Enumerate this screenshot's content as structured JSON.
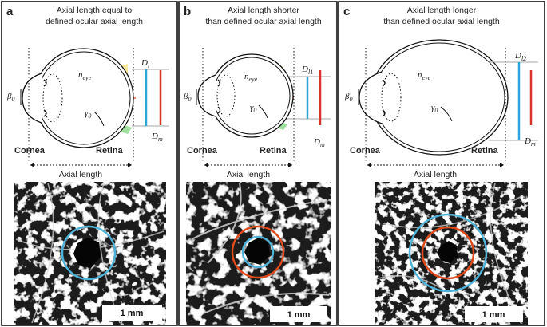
{
  "panels": [
    {
      "letter": "a",
      "title_line1": "Axial length equal to",
      "title_line2": "defined ocular axial length",
      "d_top_main": "D",
      "d_top_sub": "l",
      "d_bottom_main": "D",
      "d_bottom_sub": "m",
      "scale_bar": "1 mm"
    },
    {
      "letter": "b",
      "title_line1": "Axial length shorter",
      "title_line2": "than defined ocular axial length",
      "d_top_main": "D",
      "d_top_sub": "l1",
      "d_bottom_main": "D",
      "d_bottom_sub": "m",
      "scale_bar": "1 mm"
    },
    {
      "letter": "c",
      "title_line1": "Axial length longer",
      "title_line2": "than defined ocular axial length",
      "d_top_main": "D",
      "d_top_sub": "l2",
      "d_bottom_main": "D",
      "d_bottom_sub": "m",
      "scale_bar": "1 mm"
    }
  ],
  "labels": {
    "cornea": "Cornea",
    "retina": "Retina",
    "axial_length": "Axial length",
    "n_main": "n",
    "n_sub": "eye",
    "beta_main": "β",
    "beta_sub": "0",
    "gamma_main": "γ",
    "gamma_sub": "0"
  },
  "colors": {
    "blue_circle": "#4fb3d9",
    "red_circle": "#e04a1b",
    "blue_bar": "#2aa6d8",
    "red_bar": "#d9332b",
    "yellow_beam": "#f3e27a",
    "green_beam": "#7dd37d",
    "red_beam": "#e8735a"
  }
}
